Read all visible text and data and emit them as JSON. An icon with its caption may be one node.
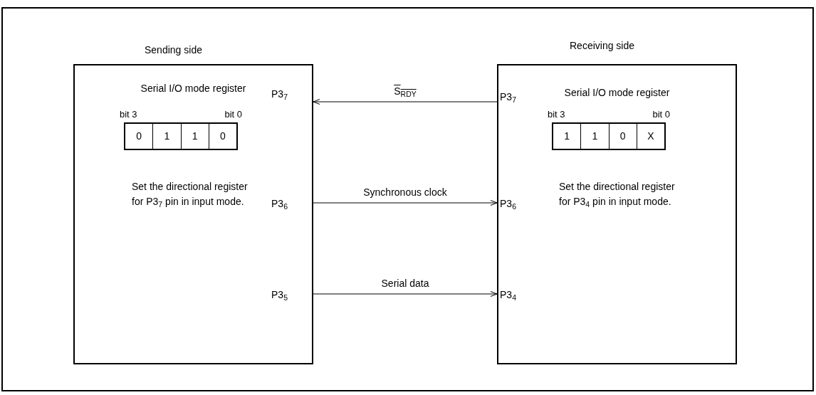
{
  "diagram": {
    "nodes": [
      {
        "text": [
          "Sending side",
          "Serial I/O mode register",
          "Set the directional register for P3$_{7}$ pin in input mode."
        ]
      },
      {
        "text": [
          "0",
          "1",
          "1",
          "0"
        ],
        "in": 0,
        "beside": [
          "bit 3",
          "bit 0"
        ]
      },
      {
        "text": [
          "Receiving side",
          "Serial I/O mode register",
          "Set the directional register for P3$_{4}$ pin in input mode."
        ]
      },
      {
        "text": [
          "1",
          "1",
          "0",
          "X"
        ],
        "in": 2,
        "beside": [
          "bit 3",
          "bit 0"
        ]
      }
    ],
    "edges": [
      {
        "from": 2,
        "to": 0,
        "arrow": "to",
        "label": "S$_{RDY}$"
      },
      {
        "from": 0,
        "to": 2,
        "arrow": "to",
        "label": "Synchronous clock"
      },
      {
        "from": 0,
        "to": 2,
        "arrow": "to",
        "label": "Serial data"
      }
    ],
    "labels": [
      "P3$_{7}$",
      "P3$_{7}$",
      "P3$_{6}$",
      "P3$_{6}$",
      "P3$_{5}$",
      "P3$_{4}$"
    ]
  }
}
